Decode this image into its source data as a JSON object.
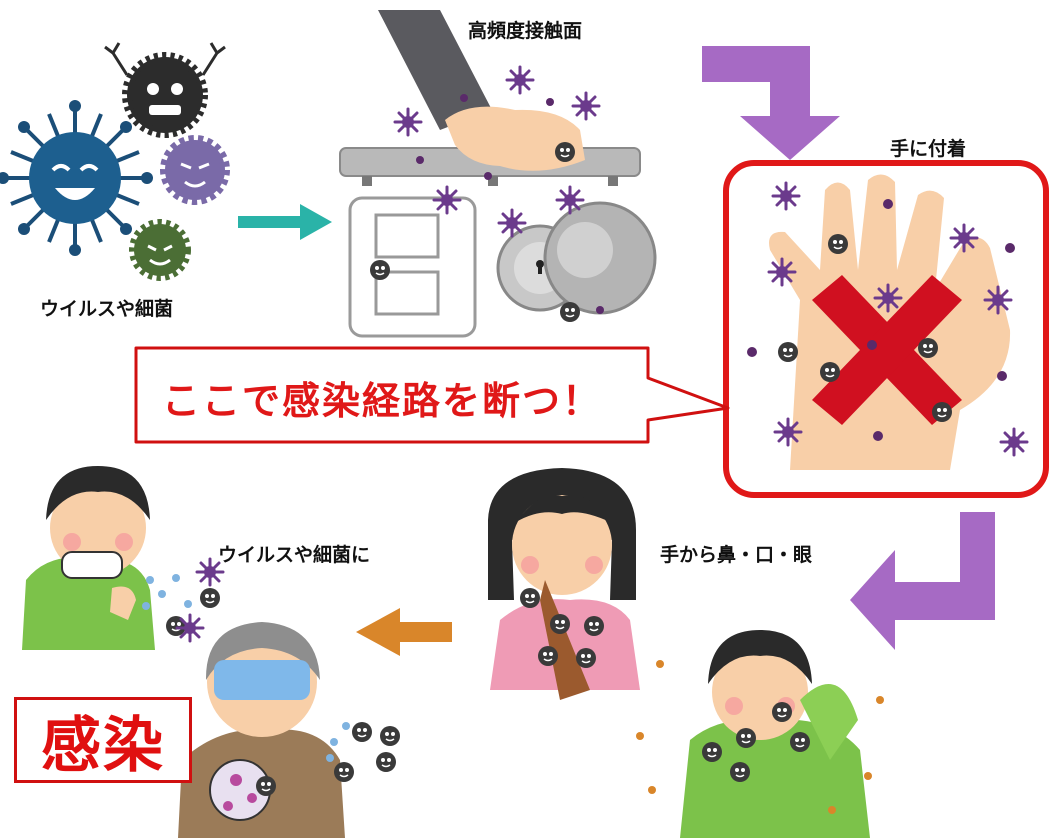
{
  "labels": {
    "germs": "ウイルスや細菌",
    "high_touch": "高頻度接触面",
    "on_hand": "手に付着",
    "hand_to_face": "手から鼻・口・眼",
    "germs_to": "ウイルスや細菌に",
    "break_route": "ここで感染経路を断つ！",
    "infected": "感染"
  },
  "colors": {
    "purple_arrow": "#a66ac4",
    "teal_arrow": "#2ab3a8",
    "orange_arrow": "#d9862a",
    "red": "#e01818",
    "germ_purple": "#6b3a8c",
    "skin": "#f8cfa8"
  }
}
